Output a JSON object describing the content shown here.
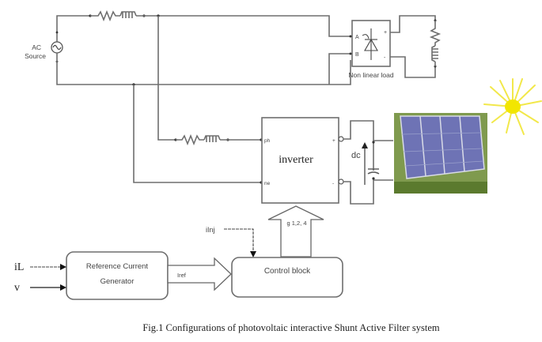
{
  "diagram": {
    "ac_source": {
      "label_line1": "AC",
      "label_line2": "Source"
    },
    "nonlinear_load": {
      "label": "Non linear load",
      "port_a": "A",
      "port_b": "B",
      "port_plus": "+",
      "port_minus": "-"
    },
    "inverter": {
      "label": "inverter",
      "port_ph": "ph",
      "port_ne": "ne",
      "port_plus": "+",
      "port_minus": "-"
    },
    "dc_link": {
      "label": "dc"
    },
    "gate_signals": {
      "label": "g 1,2, 4"
    },
    "injection_current": {
      "label": "iInj"
    },
    "reference_generator": {
      "label_line1": "Reference Current",
      "label_line2": "Generator"
    },
    "iref_arrow": {
      "label": "Iref"
    },
    "control_block": {
      "label": "Control block"
    },
    "inputs": {
      "current": "iL",
      "voltage": "v"
    },
    "colors": {
      "wire": "#6e6e6e",
      "sun": "#f2e600",
      "panel": "#6e73b5",
      "grass": "#6a8f3a"
    }
  },
  "caption": "Fig.1 Configurations of photovoltaic interactive Shunt Active Filter system"
}
